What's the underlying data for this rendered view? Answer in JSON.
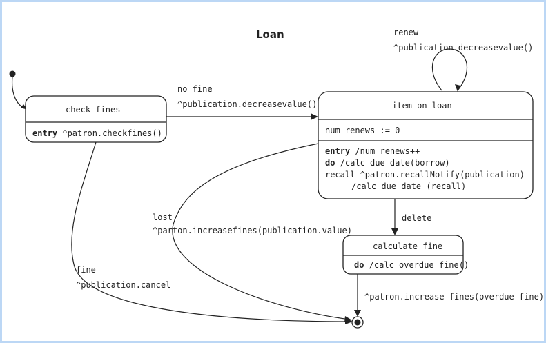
{
  "title": "Loan",
  "states": {
    "check_fines": {
      "name": "check fines",
      "entry_kw": "entry",
      "entry_action": " ^patron.checkfines()"
    },
    "item_on_loan": {
      "name": "item on loan",
      "attribute": "num renews := 0",
      "entry_kw": "entry",
      "entry_action": " /num renews++",
      "do_kw": "do",
      "do_action": " /calc due date(borrow)",
      "recall_line1": "recall ^patron.recallNotify(publication)",
      "recall_line2": "/calc due date (recall)"
    },
    "calculate_fine": {
      "name": "calculate fine",
      "do_kw": "do",
      "do_action": " /calc overdue fine()"
    }
  },
  "transitions": {
    "renew": {
      "event": "renew",
      "action": "^publication.decreasevalue()"
    },
    "no_fine": {
      "event": "no fine",
      "action": "^publication.decreasevalue()"
    },
    "delete": {
      "event": "delete"
    },
    "lost": {
      "event": "lost",
      "action": "^parton.increasefines(publication.value)"
    },
    "fine": {
      "event": "fine",
      "action": "^publication.cancel"
    },
    "final": {
      "action": "^patron.increase fines(overdue fine)"
    }
  }
}
